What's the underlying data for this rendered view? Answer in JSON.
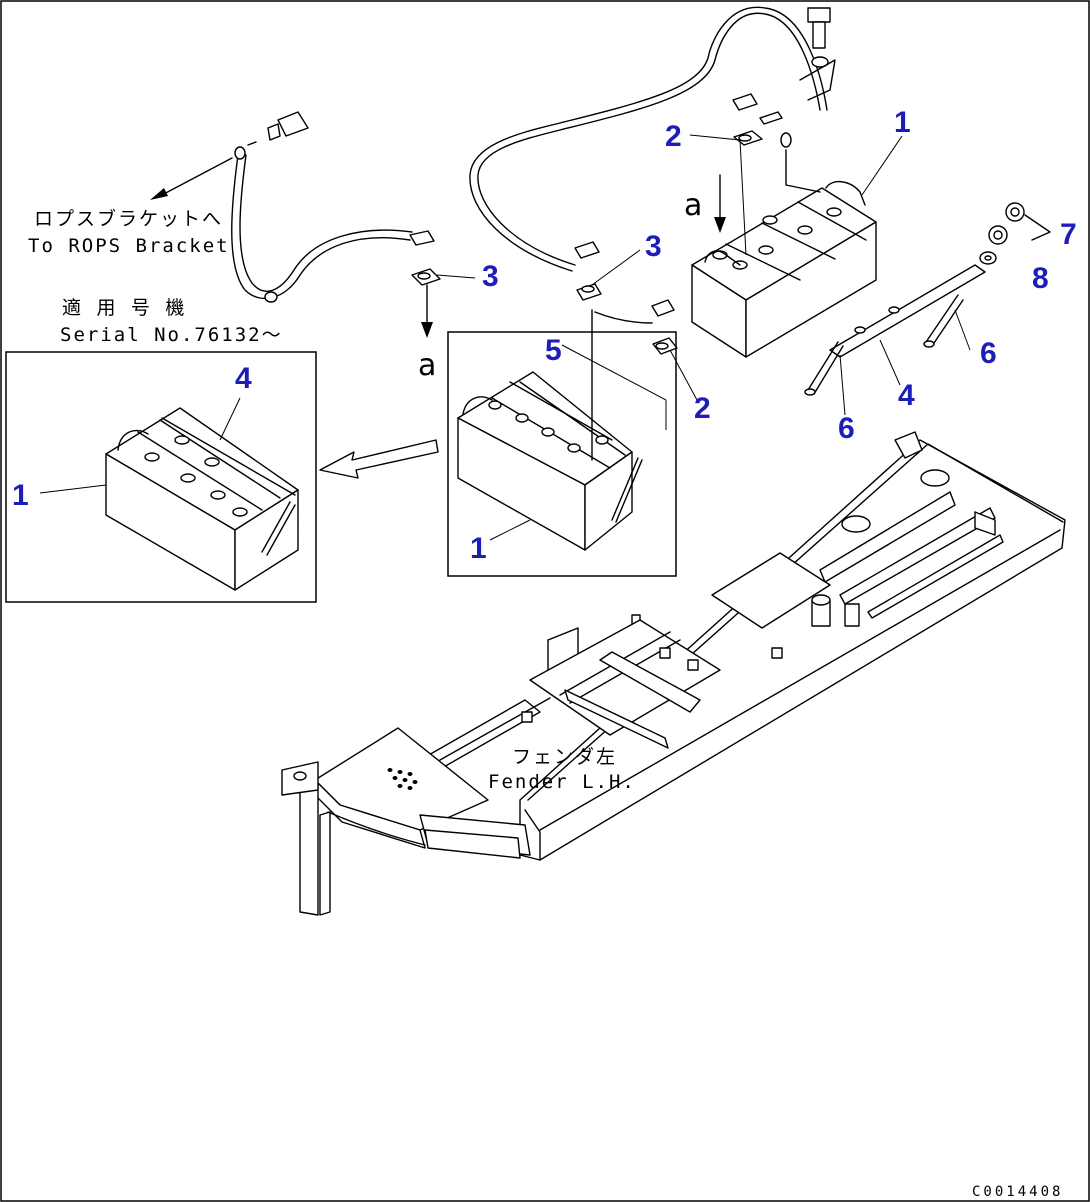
{
  "callouts": {
    "c1_right": "1",
    "c2_top": "2",
    "c3_center": "3",
    "c3_left": "3",
    "c7": "7",
    "c8": "8",
    "c6_right": "6",
    "c4_right": "4",
    "c6_left": "6",
    "c2_mid": "2",
    "c5": "5",
    "c1_mid": "1",
    "c4_inset": "4",
    "c1_inset": "1"
  },
  "notes": {
    "rops_jp": "ロプスブラケットへ",
    "rops_en": "To ROPS Bracket",
    "serial_jp": "適 用 号 機",
    "serial_en": "Serial No.76132～",
    "fender_jp": "フェンダ左",
    "fender_en": "Fender L.H.",
    "ref_a_left": "a",
    "ref_a_right": "a"
  },
  "drawing_code": "C0014408"
}
